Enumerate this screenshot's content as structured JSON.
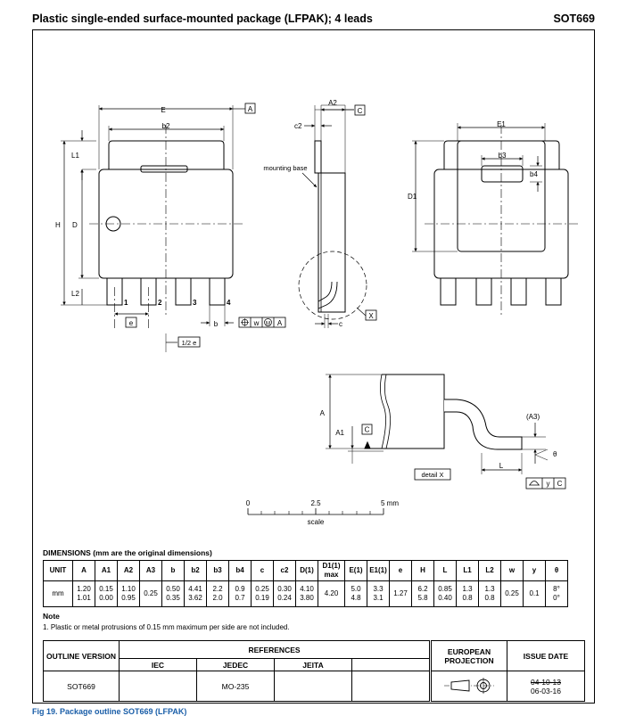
{
  "header": {
    "title": "Plastic single-ended surface-mounted package (LFPAK); 4 leads",
    "code": "SOT669"
  },
  "drawing_labels": {
    "E": "E",
    "A_ref": "A",
    "b2": "b2",
    "L1": "L1",
    "H": "H",
    "D": "D",
    "L2": "L2",
    "lead1": "1",
    "lead2": "2",
    "lead3": "3",
    "lead4": "4",
    "e": "e",
    "half_e": "1/2 e",
    "b": "b",
    "tol_w": "w",
    "tol_M": "M",
    "tol_A": "A",
    "A2": "A2",
    "c2": "c2",
    "C_ref": "C",
    "mounting_base": "mounting base",
    "c": "c",
    "X": "X",
    "E1": "E1",
    "b3": "b3",
    "b4": "b4",
    "D1": "D1",
    "A_dim": "A",
    "A1": "A1",
    "A3": "(A3)",
    "theta": "θ",
    "L": "L",
    "detail_x": "detail X",
    "y": "y",
    "C2": "C",
    "scale_0": "0",
    "scale_25": "2.5",
    "scale_5": "5 mm",
    "scale_label": "scale"
  },
  "dimensions": {
    "title": "DIMENSIONS (mm are the original dimensions)",
    "headers": [
      "UNIT",
      "A",
      "A1",
      "A2",
      "A3",
      "b",
      "b2",
      "b3",
      "b4",
      "c",
      "c2",
      "D(1)",
      "D1(1) max",
      "E(1)",
      "E1(1)",
      "e",
      "H",
      "L",
      "L1",
      "L2",
      "w",
      "y",
      "θ"
    ],
    "rows": [
      [
        "mm",
        "1.20|1.01",
        "0.15|0.00",
        "1.10|0.95",
        "0.25",
        "0.50|0.35",
        "4.41|3.62",
        "2.2|2.0",
        "0.9|0.7",
        "0.25|0.19",
        "0.30|0.24",
        "4.10|3.80",
        "4.20",
        "5.0|4.8",
        "3.3|3.1",
        "1.27",
        "6.2|5.8",
        "0.85|0.40",
        "1.3|0.8",
        "1.3|0.8",
        "0.25",
        "0.1",
        "8°|0°"
      ]
    ]
  },
  "note": {
    "heading": "Note",
    "text": "1. Plastic or metal protrusions of 0.15 mm maximum per side are not included."
  },
  "references": {
    "outline_version_label": "OUTLINE VERSION",
    "references_label": "REFERENCES",
    "iec_label": "IEC",
    "jedec_label": "JEDEC",
    "jeita_label": "JEITA",
    "projection_label": "EUROPEAN PROJECTION",
    "issue_label": "ISSUE DATE",
    "outline_value": "SOT669",
    "iec_value": "",
    "jedec_value": "MO-235",
    "jeita_value": "",
    "issue_old": "04-10-13",
    "issue_new": "06-03-16"
  },
  "caption": "Fig 19.  Package outline SOT669 (LFPAK)"
}
